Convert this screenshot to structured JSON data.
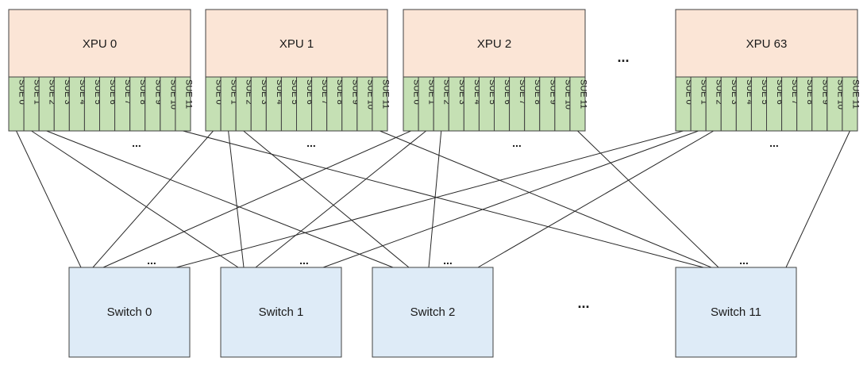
{
  "xpus": [
    {
      "label": "XPU 0"
    },
    {
      "label": "XPU 1"
    },
    {
      "label": "XPU 2"
    },
    {
      "label": "XPU 63"
    }
  ],
  "sue_ports": [
    "SUE 0",
    "SUE 1",
    "SUE 2",
    "SUE 3",
    "SUE 4",
    "SUE 5",
    "SUE 6",
    "SUE 7",
    "SUE 8",
    "SUE 9",
    "SUE 10",
    "SUE 11"
  ],
  "switches": [
    {
      "label": "Switch 0"
    },
    {
      "label": "Switch 1"
    },
    {
      "label": "Switch 2"
    },
    {
      "label": "Switch 11"
    }
  ],
  "ellipsis": "...",
  "links": [
    {
      "xpu": 0,
      "port": 0,
      "switch": 0
    },
    {
      "xpu": 0,
      "port": 1,
      "switch": 1
    },
    {
      "xpu": 0,
      "port": 2,
      "switch": 2
    },
    {
      "xpu": 0,
      "port": 11,
      "switch": 11
    },
    {
      "xpu": 1,
      "port": 0,
      "switch": 0
    },
    {
      "xpu": 1,
      "port": 1,
      "switch": 1
    },
    {
      "xpu": 1,
      "port": 2,
      "switch": 2
    },
    {
      "xpu": 1,
      "port": 11,
      "switch": 11
    },
    {
      "xpu": 2,
      "port": 0,
      "switch": 0
    },
    {
      "xpu": 2,
      "port": 1,
      "switch": 1
    },
    {
      "xpu": 2,
      "port": 2,
      "switch": 2
    },
    {
      "xpu": 2,
      "port": 11,
      "switch": 11
    },
    {
      "xpu": 63,
      "port": 0,
      "switch": 0
    },
    {
      "xpu": 63,
      "port": 1,
      "switch": 1
    },
    {
      "xpu": 63,
      "port": 2,
      "switch": 2
    },
    {
      "xpu": 63,
      "port": 11,
      "switch": 11
    }
  ]
}
